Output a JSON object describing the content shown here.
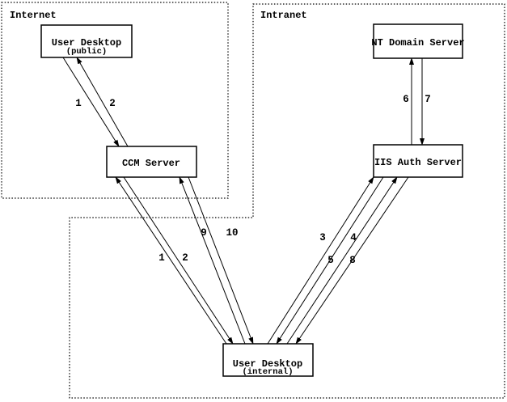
{
  "diagram": {
    "colors": {
      "background": "#ffffff",
      "line": "#000000",
      "box_fill": "#ffffff"
    },
    "zones": {
      "internet": {
        "label": "Internet"
      },
      "intranet": {
        "label": "Intranet"
      }
    },
    "nodes": {
      "user_desktop_public": {
        "label": "User Desktop",
        "sublabel": "(public)"
      },
      "ccm_server": {
        "label": "CCM Server"
      },
      "nt_domain_server": {
        "label": "NT Domain Server"
      },
      "iis_auth_server": {
        "label": "IIS Auth Server"
      },
      "user_desktop_internal": {
        "label": "User Desktop",
        "sublabel": "(internal)"
      }
    },
    "arrows": {
      "internet_1": {
        "label": "1",
        "from": "User Desktop (public)",
        "to": "CCM Server"
      },
      "internet_2": {
        "label": "2",
        "from": "CCM Server",
        "to": "User Desktop (public)"
      },
      "ccm_1": {
        "label": "1",
        "from": "User Desktop (internal)",
        "to": "CCM Server"
      },
      "ccm_2": {
        "label": "2",
        "from": "CCM Server",
        "to": "User Desktop (internal)"
      },
      "iis_3": {
        "label": "3",
        "from": "User Desktop (internal)",
        "to": "IIS Auth Server"
      },
      "iis_4": {
        "label": "4",
        "from": "IIS Auth Server",
        "to": "User Desktop (internal)"
      },
      "iis_5": {
        "label": "5",
        "from": "User Desktop (internal)",
        "to": "IIS Auth Server"
      },
      "nt_6": {
        "label": "6",
        "from": "IIS Auth Server",
        "to": "NT Domain Server"
      },
      "nt_7": {
        "label": "7",
        "from": "NT Domain Server",
        "to": "IIS Auth Server"
      },
      "iis_8": {
        "label": "8",
        "from": "IIS Auth Server",
        "to": "User Desktop (internal)"
      },
      "ccm_9": {
        "label": "9",
        "from": "User Desktop (internal)",
        "to": "CCM Server"
      },
      "ccm_10": {
        "label": "10",
        "from": "CCM Server",
        "to": "User Desktop (internal)"
      }
    }
  }
}
